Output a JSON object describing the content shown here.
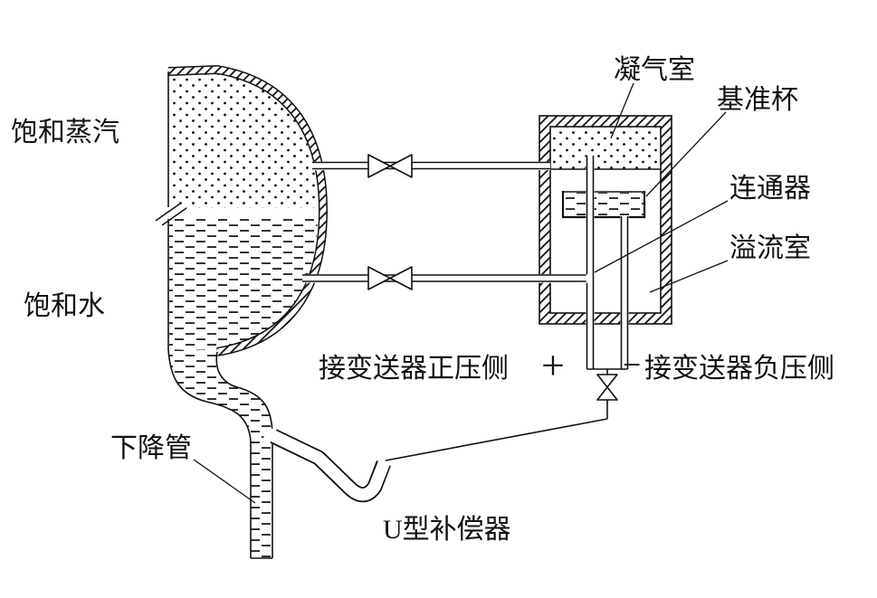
{
  "diagram": {
    "title": "Boiler drum water-level measurement with condensing chamber and U-type compensator",
    "labels": {
      "saturated_steam": "饱和蒸汽",
      "saturated_water": "饱和水",
      "condensing_chamber": "凝气室",
      "reference_cup": "基准杯",
      "communicating_vessel": "连通器",
      "overflow_chamber": "溢流室",
      "to_transmitter_positive": "接变送器正压侧",
      "plus_sign": "+",
      "minus_sign": "−",
      "to_transmitter_negative": "接变送器负压侧",
      "downcomer": "下降管",
      "u_compensator": "U型补偿器"
    },
    "colors": {
      "line": "#111111",
      "background": "#ffffff"
    }
  }
}
